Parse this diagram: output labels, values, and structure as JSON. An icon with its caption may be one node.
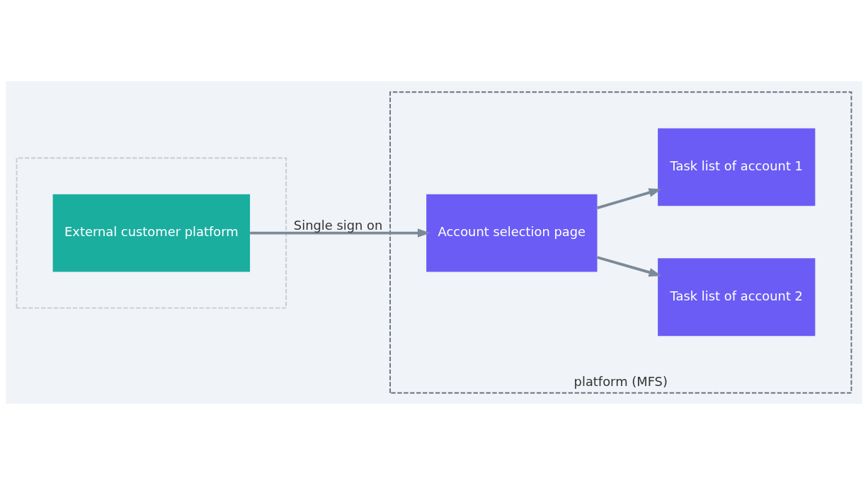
{
  "diagram": {
    "nodes": [
      {
        "text": [],
        "shape": "box"
      },
      {
        "text": [
          "External customer platform"
        ],
        "in": 0
      },
      {
        "text": [
          "platform (MFS)"
        ]
      },
      {
        "text": [
          "Account selection page"
        ],
        "in": 2
      },
      {
        "text": [
          "Task list of account 1"
        ],
        "in": 2
      },
      {
        "text": [
          "Task list of account 2"
        ],
        "in": 2
      }
    ],
    "edges": [
      {
        "from": 1,
        "to": 3,
        "arrow": "to",
        "label": "Single sign on"
      },
      {
        "from": 3,
        "to": 4,
        "arrow": "to"
      },
      {
        "from": 3,
        "to": 5,
        "arrow": "to"
      }
    ]
  }
}
